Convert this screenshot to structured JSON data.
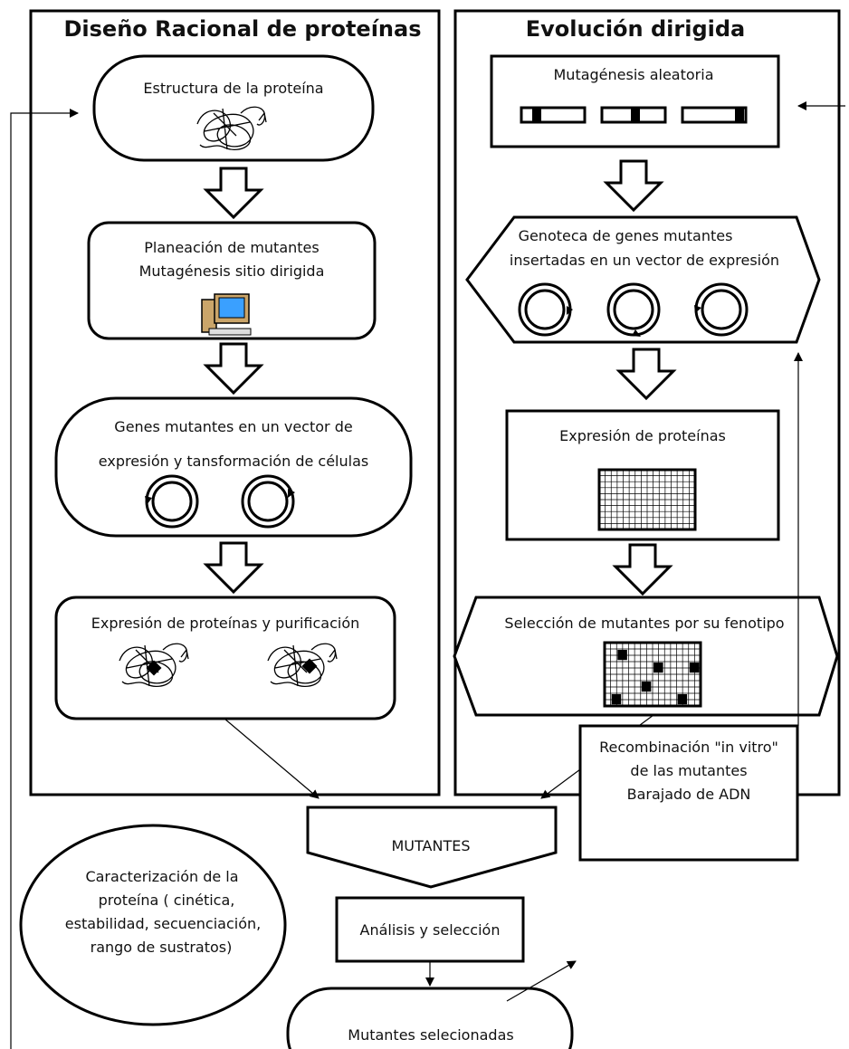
{
  "colors": {
    "line": "#000000",
    "background": "#ffffff",
    "monitor_screen": "#3aa0ff",
    "computer_body": "#caa56a",
    "selected_cell": "#000000"
  },
  "icons": [
    "protein-structure-icon",
    "computer-icon",
    "plasmid-icon",
    "gene-bar-icon",
    "microplate-grid-icon",
    "mutated-protein-icon"
  ],
  "rational_design": {
    "title": "Diseño Racional de proteínas",
    "step1": "Estructura de la proteína",
    "step2_line1": "Planeación de mutantes",
    "step2_line2": "Mutagénesis sitio dirigida",
    "step3_line1": "Genes mutantes en un vector de",
    "step3_line2": "expresión y tansformación de células",
    "step4": "Expresión de proteínas y purificación"
  },
  "directed_evolution": {
    "title": "Evolución dirigida",
    "step1": "Mutagénesis aleatoria",
    "step2_line1": "Genoteca de genes mutantes",
    "step2_line2": "insertadas en un vector de  expresión",
    "step3": "Expresión de proteínas",
    "step4": "Selección de mutantes por su fenotipo"
  },
  "bottom": {
    "mutants": "MUTANTES",
    "analysis": "Análisis y selección",
    "recomb_line1": "Recombinación \"in vitro\"",
    "recomb_line2": "de las mutantes",
    "recomb_line3": "Barajado de ADN",
    "charact_line1": "Caracterización de la",
    "charact_line2": "proteína  ( cinética,",
    "charact_line3": "estabilidad, secuenciación,",
    "charact_line4": "rango de sustratos)",
    "selected": "Mutantes selecionadas"
  }
}
